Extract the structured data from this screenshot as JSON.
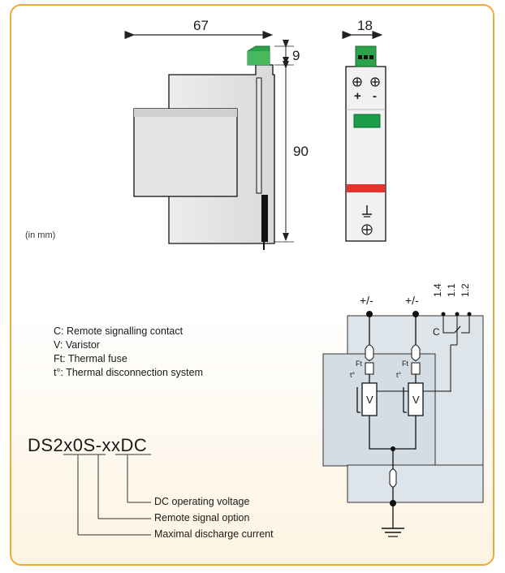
{
  "dimensions": {
    "width_side": "67",
    "width_front": "18",
    "height_terminal": "9",
    "height_body": "90",
    "units_note": "(in mm)"
  },
  "front_view": {
    "plus_sign": "+",
    "minus_sign": "-"
  },
  "schematic": {
    "terminal_left": "+/-",
    "terminal_right": "+/-",
    "contact_labels": [
      "1.4",
      "1.1",
      "1.2"
    ],
    "contact_letter": "C",
    "fuse_label": "Ft",
    "thermal_label": "t°",
    "varistor_label": "V"
  },
  "legend": [
    "C: Remote signalling contact",
    "V: Varistor",
    "Ft: Thermal fuse",
    "t°: Thermal disconnection system"
  ],
  "model_code": {
    "text": "DS2x0S-xxDC",
    "callouts": [
      "DC operating voltage",
      "Remote signal option",
      "Maximal discharge current"
    ]
  },
  "colors": {
    "frame": "#f2a93b",
    "indicator_green": "#1a9e4a",
    "indicator_red": "#e8312f",
    "terminal_green": "#2ca24a",
    "module_box": "#dde5ea"
  }
}
